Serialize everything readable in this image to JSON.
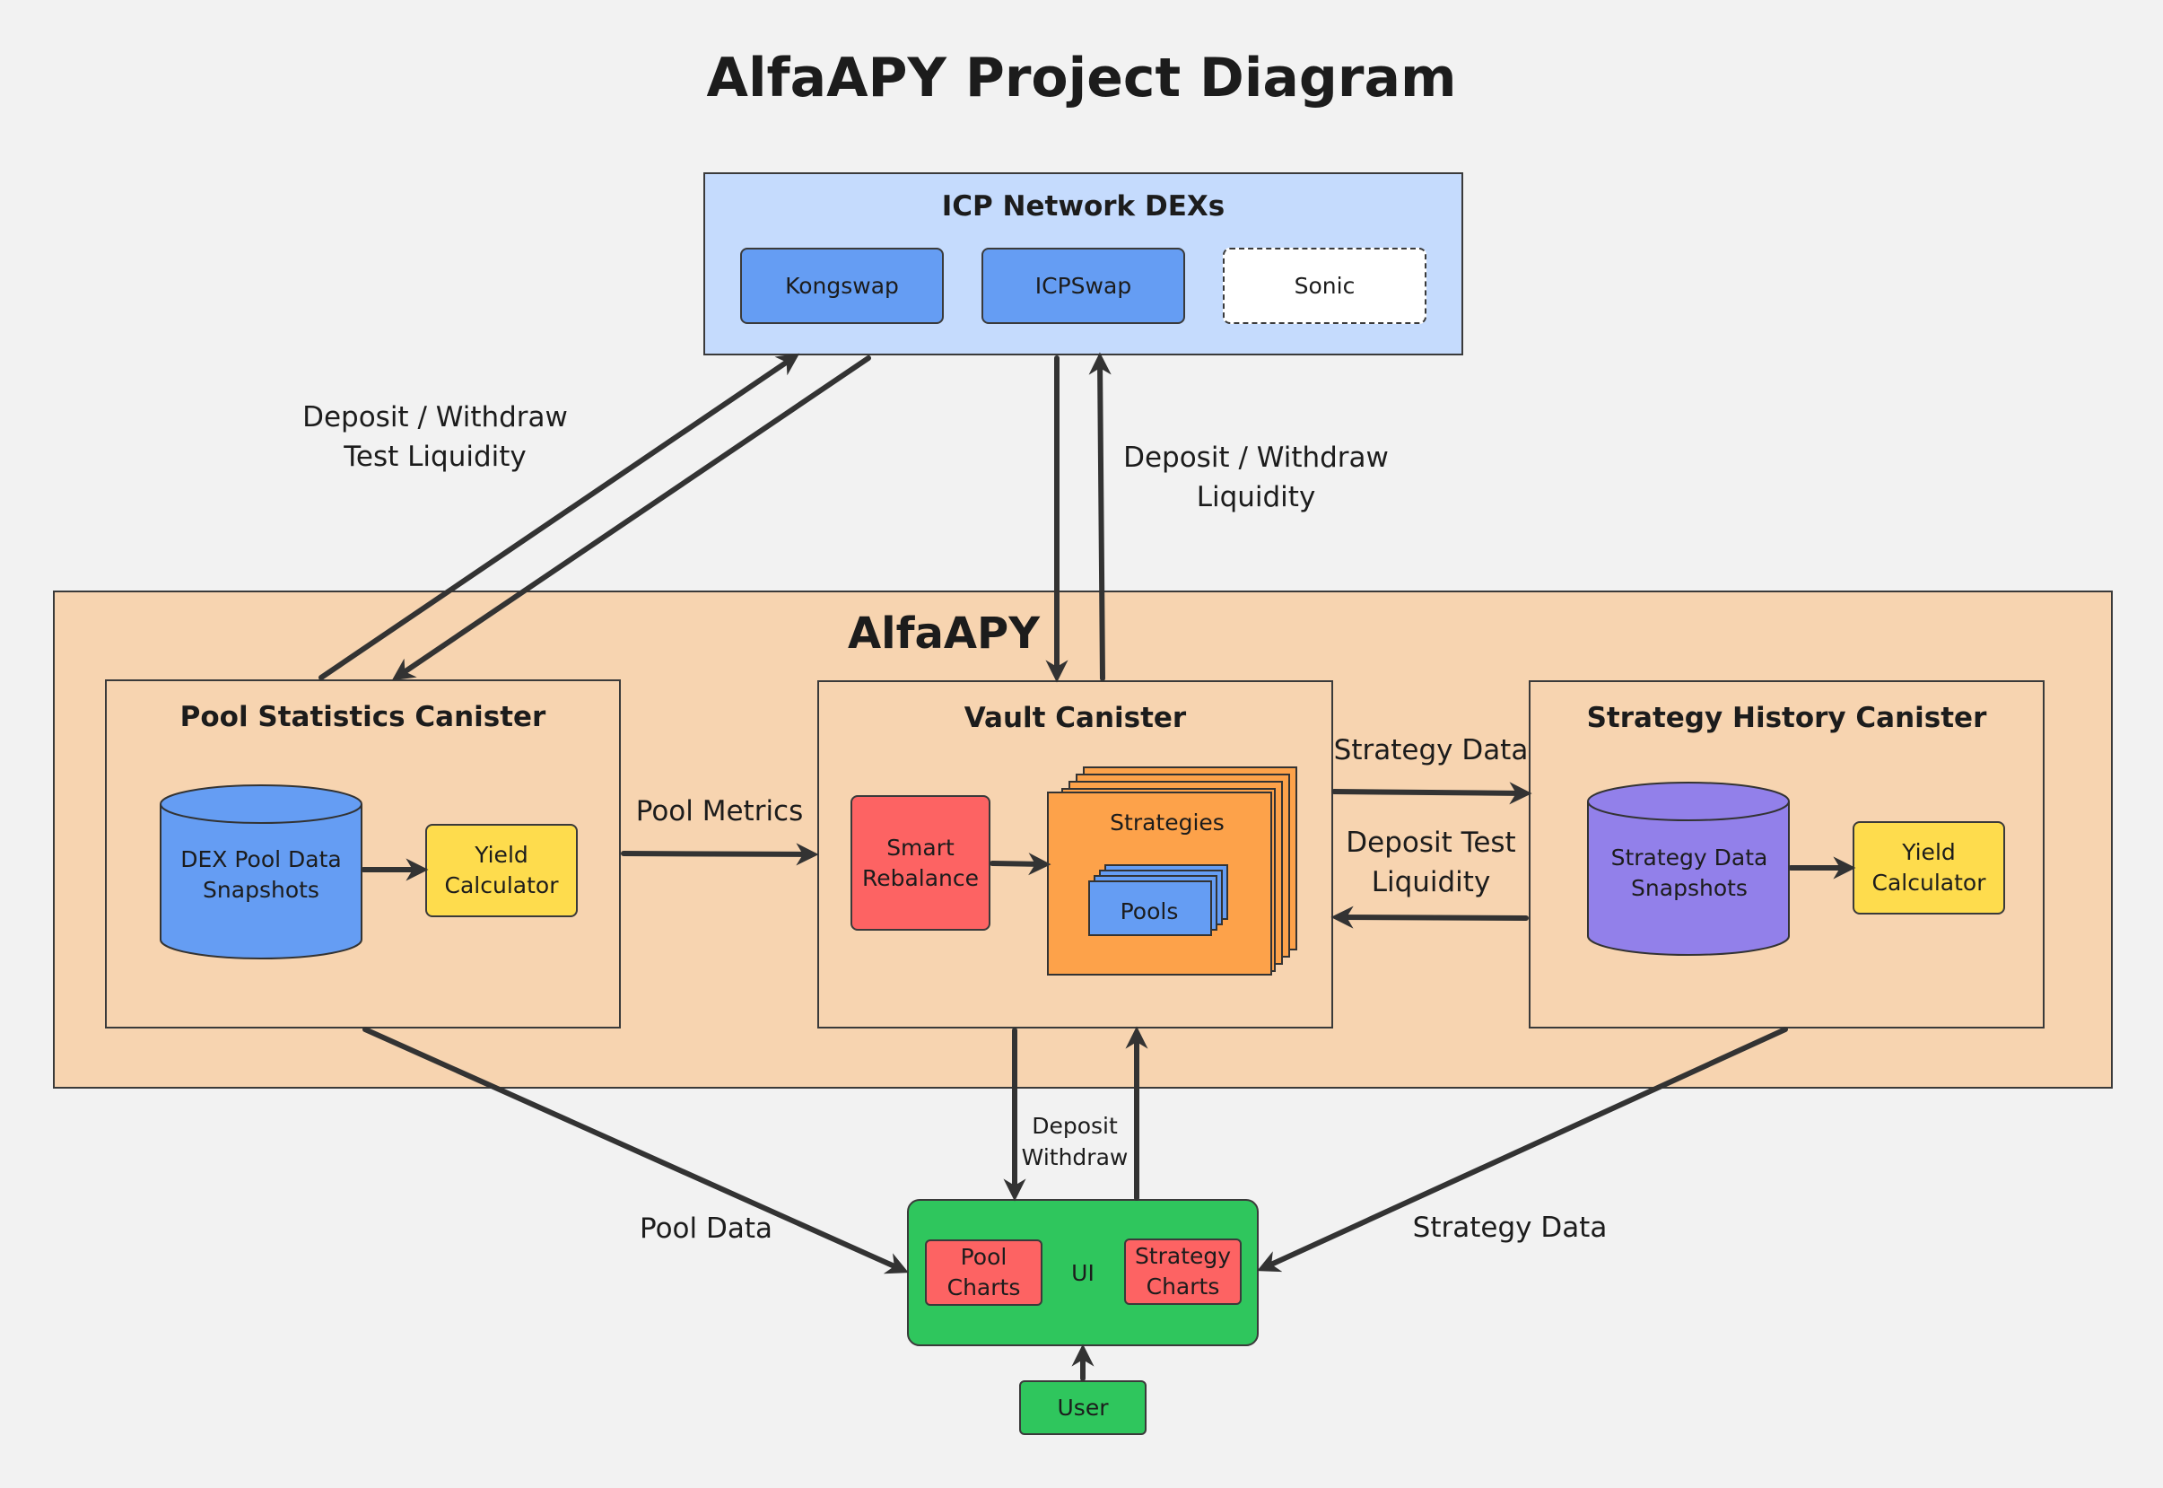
{
  "title": "AlfaAPY Project Diagram",
  "dex": {
    "heading": "ICP Network DEXs",
    "kongswap": "Kongswap",
    "icpswap": "ICPSwap",
    "sonic": "Sonic"
  },
  "alfa": {
    "heading": "AlfaAPY",
    "pool_stats": {
      "heading": "Pool Statistics Canister",
      "db": "DEX Pool Data Snapshots",
      "calc": "Yield Calculator"
    },
    "vault": {
      "heading": "Vault Canister",
      "rebalance": "Smart Rebalance",
      "strategies": "Strategies",
      "pools": "Pools"
    },
    "strategy_history": {
      "heading": "Strategy History Canister",
      "db": "Strategy Data Snapshots",
      "calc": "Yield Calculator"
    }
  },
  "ui": {
    "label": "UI",
    "pool_charts": "Pool Charts",
    "strategy_charts": "Strategy Charts"
  },
  "user": "User",
  "edges": {
    "deposit_withdraw_test": "Deposit / Withdraw Test Liquidity",
    "deposit_withdraw_liquidity": "Deposit / Withdraw Liquidity",
    "pool_metrics": "Pool Metrics",
    "strategy_data_top": "Strategy Data",
    "deposit_test_liquidity": "Deposit Test Liquidity",
    "deposit_withdraw": "Deposit Withdraw",
    "pool_data": "Pool Data",
    "strategy_data_bottom": "Strategy Data"
  },
  "colors": {
    "background": "#f2f2f2",
    "dex_group": "#c5dbfd",
    "dex_node": "#659df3",
    "alfa_group": "#f7d4b0",
    "db_pool": "#659df3",
    "db_strategy": "#9280ea",
    "calculator": "#fedc4d",
    "rebalance": "#fd6363",
    "strategies": "#fda24a",
    "ui": "#2fc65d",
    "chart_node": "#fd6363",
    "edge": "#333333"
  },
  "icons": {
    "db_pool": "database-icon",
    "db_strategy": "database-icon",
    "strategies_stack": "stack-icon",
    "pools_stack": "stack-icon"
  }
}
